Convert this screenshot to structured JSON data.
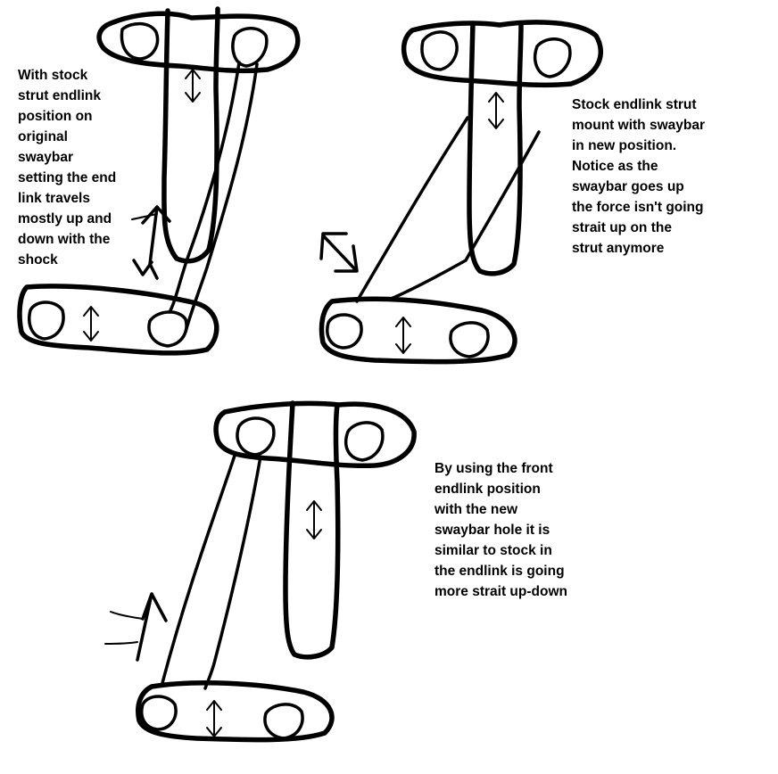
{
  "notes": {
    "stock_setup": "With stock\nstrut endlink\nposition on\noriginal\nswaybar\nsetting the end\nlink travels\nmostly up and\ndown with the\nshock",
    "new_position": "Stock endlink strut\nmount with swaybar\nin new position.\nNotice as the\nswaybar goes up\nthe force isn't going\nstrait up on the\nstrut anymore",
    "front_position": "By using the front\nendlink position\nwith the new\nswaybar hole it is\nsimilar to stock in\nthe endlink is going\nmore strait up-down"
  },
  "colors": {
    "ink": "#000000",
    "background": "#ffffff"
  }
}
